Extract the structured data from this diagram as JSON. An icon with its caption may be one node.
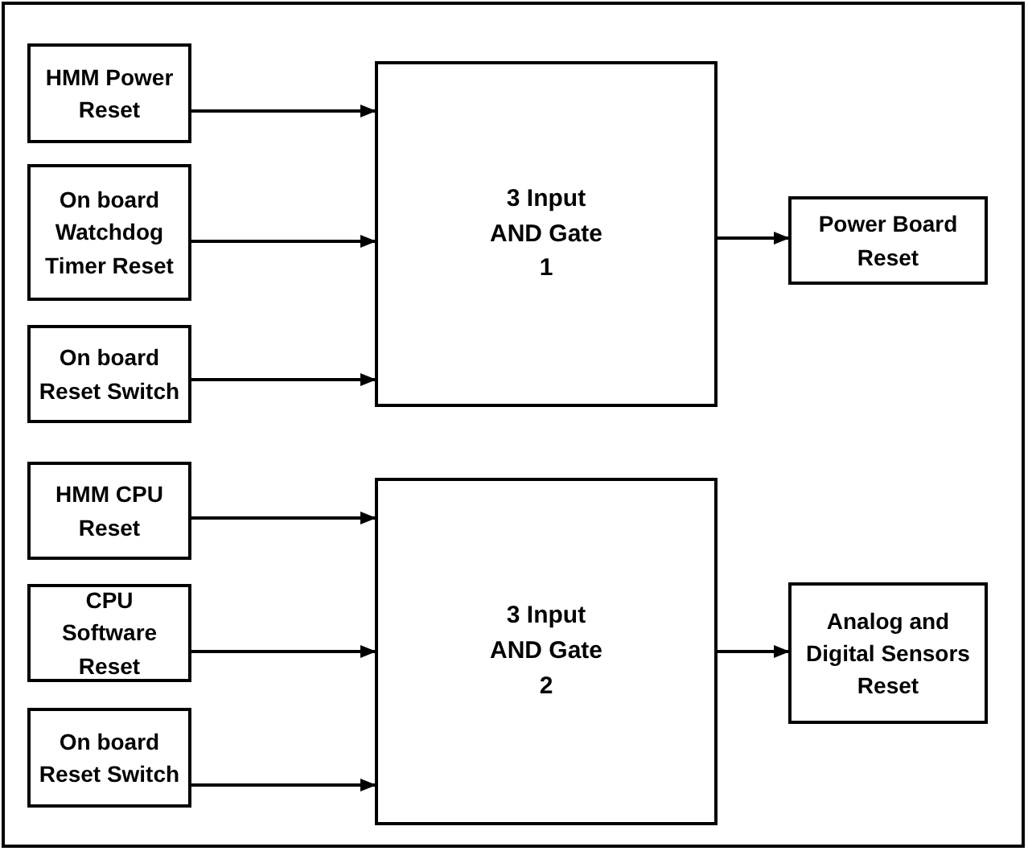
{
  "diagram": {
    "nodes": [
      {
        "text": [
          "HMM Power Reset"
        ]
      },
      {
        "text": [
          "On board Watchdog Timer Reset"
        ]
      },
      {
        "text": [
          "On board Reset Switch"
        ]
      },
      {
        "text": [
          "3 Input AND Gate 1"
        ]
      },
      {
        "text": [
          "Power Board Reset"
        ]
      },
      {
        "text": [
          "HMM CPU Reset"
        ]
      },
      {
        "text": [
          "CPU Software Reset"
        ]
      },
      {
        "text": [
          "On board Reset Switch"
        ]
      },
      {
        "text": [
          "3 Input AND Gate 2"
        ]
      },
      {
        "text": [
          "Analog and Digital Sensors Reset"
        ]
      }
    ],
    "edges": [
      {
        "from": 0,
        "to": 3,
        "arrow": "to"
      },
      {
        "from": 1,
        "to": 3,
        "arrow": "to"
      },
      {
        "from": 2,
        "to": 3,
        "arrow": "to"
      },
      {
        "from": 3,
        "to": 4,
        "arrow": "to"
      },
      {
        "from": 5,
        "to": 8,
        "arrow": "to"
      },
      {
        "from": 6,
        "to": 8,
        "arrow": "to"
      },
      {
        "from": 7,
        "to": 8,
        "arrow": "to"
      },
      {
        "from": 8,
        "to": 9,
        "arrow": "to"
      }
    ]
  }
}
